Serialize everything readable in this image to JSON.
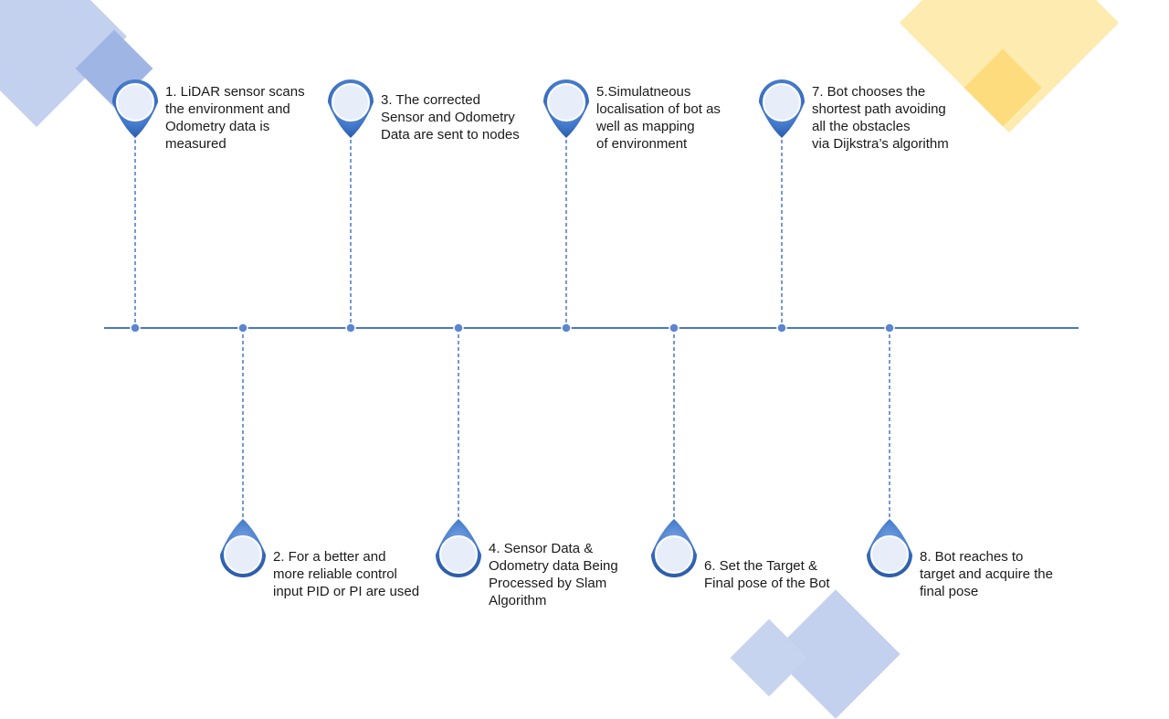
{
  "colors": {
    "timeline": "#4a77c8",
    "pin_outer": "#3f76c8",
    "pin_inner": "#e8eef9",
    "deco_blue": "#b9c9ea",
    "deco_blue_dark": "#8ea6dd",
    "deco_yellow": "#fde9a6",
    "deco_yellow_dark": "#fddc7a"
  },
  "steps": [
    {
      "num": 1,
      "lines": [
        "1. LiDAR sensor scans",
        "the environment and",
        "Odometry data is",
        "measured"
      ]
    },
    {
      "num": 2,
      "lines": [
        "2. For a better and",
        "more reliable control",
        "input PID or PI are used"
      ]
    },
    {
      "num": 3,
      "lines": [
        "3. The corrected",
        "Sensor and Odometry",
        "Data are sent to nodes"
      ]
    },
    {
      "num": 4,
      "lines": [
        "4. Sensor Data &",
        "Odometry data Being",
        "Processed by Slam",
        "Algorithm"
      ]
    },
    {
      "num": 5,
      "lines": [
        "5.Simulatneous",
        "localisation of bot as",
        "well as mapping",
        "of environment"
      ]
    },
    {
      "num": 6,
      "lines": [
        "6. Set the Target &",
        "Final pose of the Bot"
      ]
    },
    {
      "num": 7,
      "lines": [
        "7. Bot chooses the",
        "shortest path avoiding",
        "all the obstacles",
        "via Dijkstra’s algorithm"
      ]
    },
    {
      "num": 8,
      "lines": [
        "8. Bot reaches to",
        "target and acquire the",
        "final pose"
      ]
    }
  ]
}
